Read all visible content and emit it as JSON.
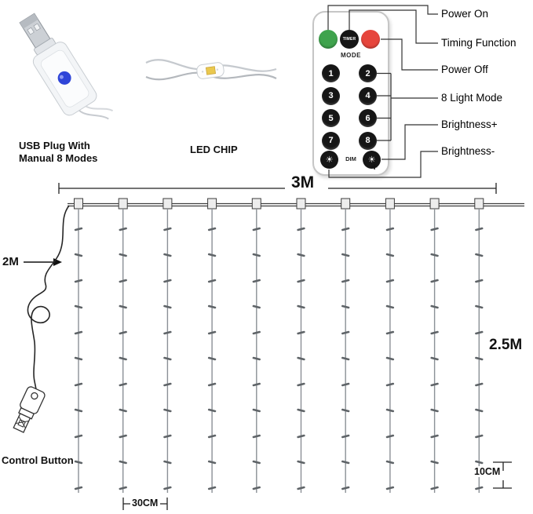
{
  "top": {
    "usb": {
      "label_line1": "USB Plug With",
      "label_line2": "Manual 8 Modes"
    },
    "led": {
      "label": "LED CHIP"
    },
    "remote": {
      "timer_label": "TIMER",
      "mode_label": "MODE",
      "number_buttons": [
        "1",
        "2",
        "3",
        "4",
        "5",
        "6",
        "7",
        "8"
      ],
      "dim_label": "DIM",
      "sun_icon": "☀",
      "minus_label": "−",
      "plus_label": "+"
    },
    "callouts": [
      "Power On",
      "Timing Function",
      "Power Off",
      "8 Light Mode",
      "Brightness+",
      "Brightness-"
    ]
  },
  "diagram": {
    "width_label": "3M",
    "lead_label": "2M",
    "height_label": "2.5M",
    "led_spacing_label": "10CM",
    "string_spacing_label": "30CM",
    "control_label": "Control Button",
    "string_count": 10,
    "leds_per_string": 11
  },
  "colors": {
    "power_on_green": "#3fa34d",
    "power_off_red": "#e6453c",
    "button_black": "#161616",
    "usb_button_blue": "#2f45d8",
    "wire_gray": "#9aa0a6"
  }
}
